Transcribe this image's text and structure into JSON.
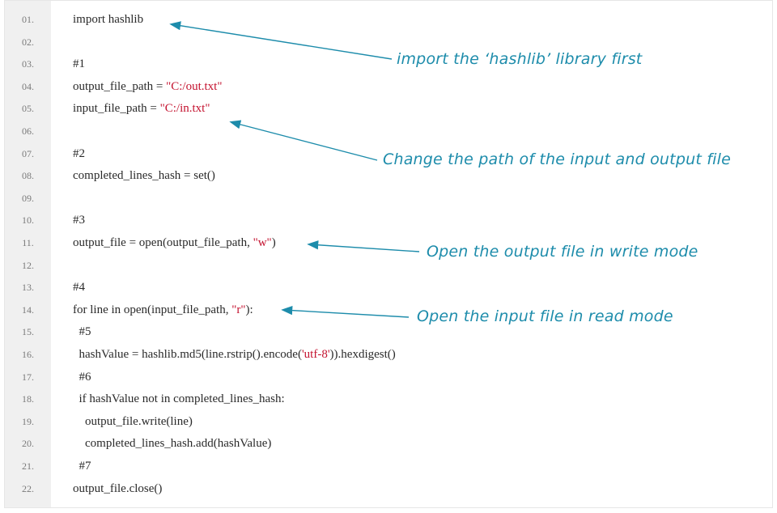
{
  "lines": [
    {
      "n": "01.",
      "parts": [
        {
          "t": "import hashlib",
          "k": "code"
        }
      ]
    },
    {
      "n": "02.",
      "parts": []
    },
    {
      "n": "03.",
      "parts": [
        {
          "t": "#1",
          "k": "code"
        }
      ]
    },
    {
      "n": "04.",
      "parts": [
        {
          "t": "output_file_path = ",
          "k": "code"
        },
        {
          "t": "\"C:/out.txt\"",
          "k": "str"
        }
      ]
    },
    {
      "n": "05.",
      "parts": [
        {
          "t": "input_file_path = ",
          "k": "code"
        },
        {
          "t": "\"C:/in.txt\"",
          "k": "str"
        }
      ]
    },
    {
      "n": "06.",
      "parts": []
    },
    {
      "n": "07.",
      "parts": [
        {
          "t": "#2",
          "k": "code"
        }
      ]
    },
    {
      "n": "08.",
      "parts": [
        {
          "t": "completed_lines_hash = set()",
          "k": "code"
        }
      ]
    },
    {
      "n": "09.",
      "parts": []
    },
    {
      "n": "10.",
      "parts": [
        {
          "t": "#3",
          "k": "code"
        }
      ]
    },
    {
      "n": "11.",
      "parts": [
        {
          "t": "output_file = open(output_file_path, ",
          "k": "code"
        },
        {
          "t": "\"w\"",
          "k": "str"
        },
        {
          "t": ")",
          "k": "code"
        }
      ]
    },
    {
      "n": "12.",
      "parts": []
    },
    {
      "n": "13.",
      "parts": [
        {
          "t": "#4",
          "k": "code"
        }
      ]
    },
    {
      "n": "14.",
      "parts": [
        {
          "t": "for line in open(input_file_path, ",
          "k": "code"
        },
        {
          "t": "\"r\"",
          "k": "str"
        },
        {
          "t": "):",
          "k": "code"
        }
      ]
    },
    {
      "n": "15.",
      "parts": [
        {
          "t": "  #5",
          "k": "code"
        }
      ]
    },
    {
      "n": "16.",
      "parts": [
        {
          "t": "  hashValue = hashlib.md5(line.rstrip().encode(",
          "k": "code"
        },
        {
          "t": "'utf-8'",
          "k": "str"
        },
        {
          "t": ")).hexdigest()",
          "k": "code"
        }
      ]
    },
    {
      "n": "17.",
      "parts": [
        {
          "t": "  #6",
          "k": "code"
        }
      ]
    },
    {
      "n": "18.",
      "parts": [
        {
          "t": "  if hashValue not in completed_lines_hash:",
          "k": "code"
        }
      ]
    },
    {
      "n": "19.",
      "parts": [
        {
          "t": "    output_file.write(line)",
          "k": "code"
        }
      ]
    },
    {
      "n": "20.",
      "parts": [
        {
          "t": "    completed_lines_hash.add(hashValue)",
          "k": "code"
        }
      ]
    },
    {
      "n": "21.",
      "parts": [
        {
          "t": "  #7",
          "k": "code"
        }
      ]
    },
    {
      "n": "22.",
      "parts": [
        {
          "t": "output_file.close()",
          "k": "code"
        }
      ]
    }
  ],
  "annotations": {
    "import": "import the ‘hashlib’ library first",
    "paths": "Change the path of the input and output file",
    "write": "Open the output file in write mode",
    "read": "Open the input file in read mode"
  },
  "colors": {
    "annotation": "#1d8cab",
    "string": "#c4122f",
    "gutter": "#f0f0f0"
  }
}
